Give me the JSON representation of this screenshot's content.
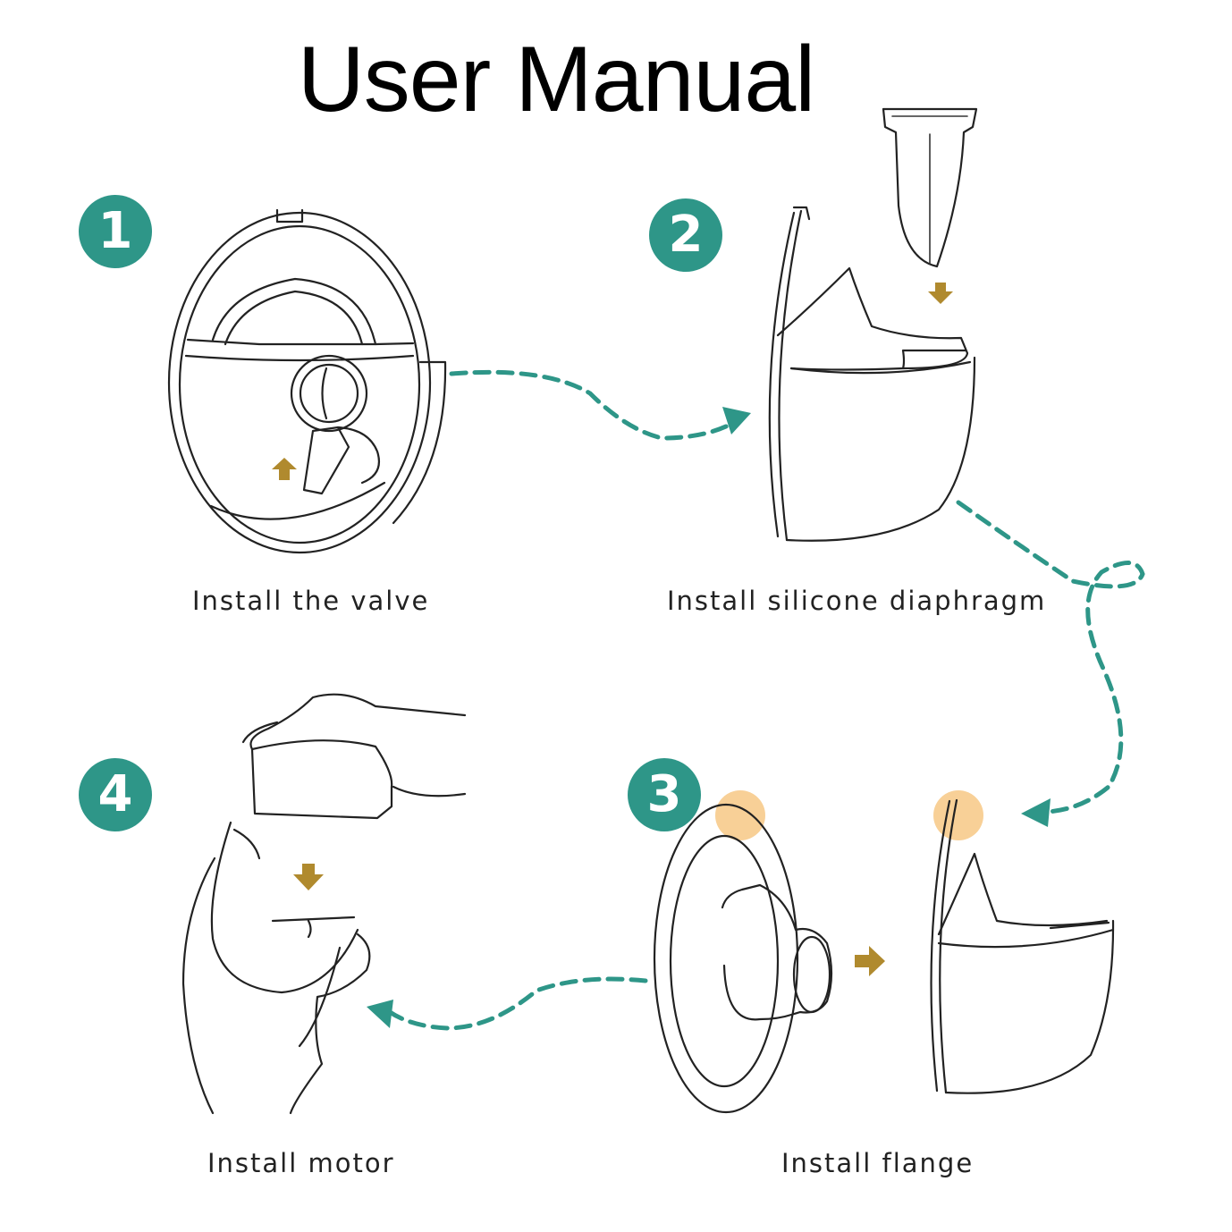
{
  "title": "User Manual",
  "steps": [
    {
      "number": "1",
      "caption": "Install the valve"
    },
    {
      "number": "2",
      "caption": "Install silicone diaphragm"
    },
    {
      "number": "3",
      "caption": "Install flange"
    },
    {
      "number": "4",
      "caption": "Install motor"
    }
  ],
  "colors": {
    "badge": "#2e9688",
    "flow_arrow": "#2e9688",
    "move_arrow": "#b08a2e",
    "highlight": "#f6c074"
  }
}
